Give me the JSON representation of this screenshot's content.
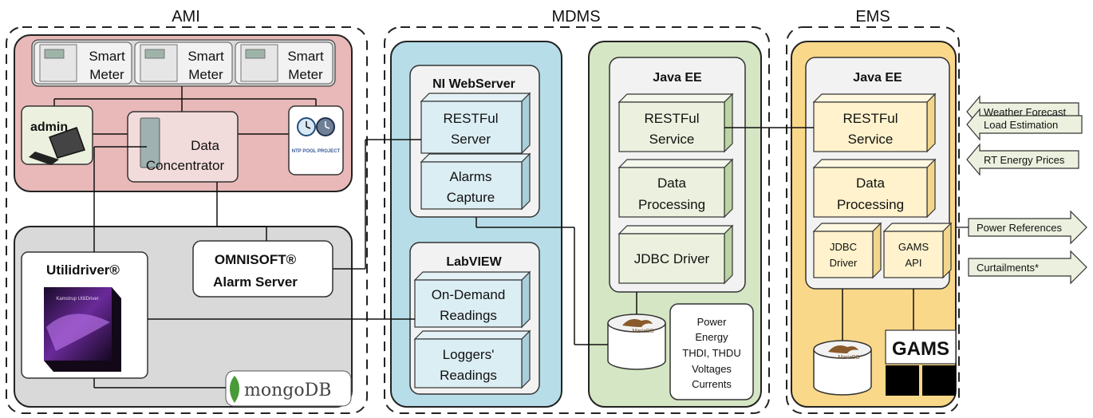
{
  "sections": {
    "ami": "AMI",
    "mdms": "MDMS",
    "ems": "EMS"
  },
  "ami": {
    "meter_label_line1": "Smart",
    "meter_label_line2": "Meter",
    "admin": "admin",
    "data_concentrator_line1": "Data",
    "data_concentrator_line2": "Concentrator",
    "ntp_pool": "NTP POOL PROJECT",
    "utilidriver": "Utilidriver®",
    "utilidriver_box_text": "Kamstrup UtiliDriver",
    "omnisoft_line1": "OMNISOFT®",
    "omnisoft_line2": "Alarm Server",
    "mongodb": "mongoDB"
  },
  "mdms": {
    "ni_webserver": "NI WebServer",
    "restful_server_line1": "RESTFul",
    "restful_server_line2": "Server",
    "alarms_capture_line1": "Alarms",
    "alarms_capture_line2": "Capture",
    "labview": "LabVIEW",
    "on_demand_line1": "On-Demand",
    "on_demand_line2": "Readings",
    "loggers_line1": "Loggers'",
    "loggers_line2": "Readings",
    "java_ee": "Java EE",
    "restful_service_line1": "RESTFul",
    "restful_service_line2": "Service",
    "data_processing_line1": "Data",
    "data_processing_line2": "Processing",
    "jdbc_driver": "JDBC Driver",
    "mariadb": "MariaDB",
    "measurements": [
      "Power",
      "Energy",
      "THDI, THDU",
      "Voltages",
      "Currents"
    ]
  },
  "ems": {
    "java_ee": "Java EE",
    "restful_service_line1": "RESTFul",
    "restful_service_line2": "Service",
    "data_processing_line1": "Data",
    "data_processing_line2": "Processing",
    "jdbc_line1": "JDBC",
    "jdbc_line2": "Driver",
    "gams_api_line1": "GAMS",
    "gams_api_line2": "API",
    "mariadb": "MariaDB",
    "gams_logo": "GAMS"
  },
  "inputs": [
    "Weather Forecast",
    "Load Estimation",
    "RT Energy Prices"
  ],
  "outputs": [
    "Power References",
    "Curtailments*"
  ],
  "colors": {
    "ami_fill": "#e8b9b8",
    "ami_lower_fill": "#d9d9d9",
    "webserver_fill": "#b7dde8",
    "java_fill": "#d5e6c4",
    "ems_fill": "#fad88a",
    "light_blue_box": "#dbeef4",
    "light_green_box": "#ebf1de",
    "light_yellow_box": "#fff2cc",
    "arrow_fill": "#ebf1de"
  }
}
